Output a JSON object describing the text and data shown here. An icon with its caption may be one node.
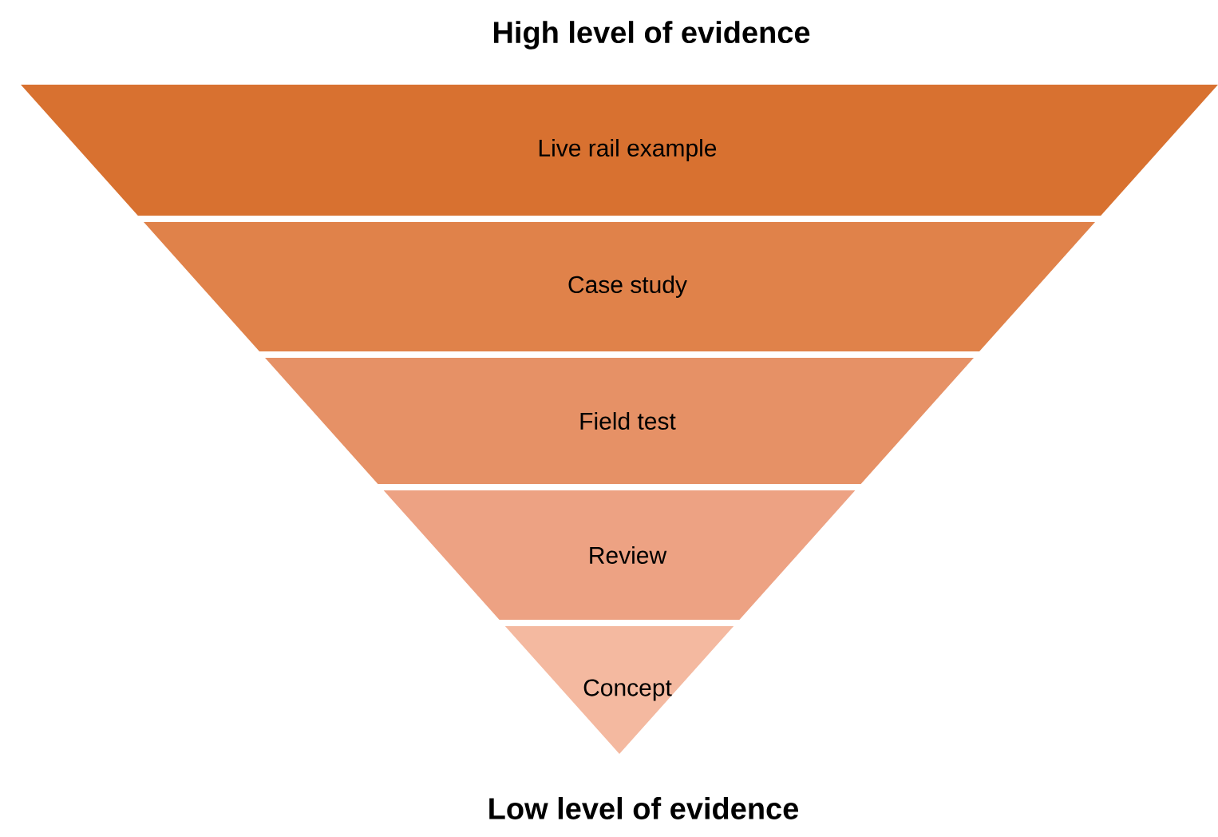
{
  "diagram": {
    "title": "High level of evidence",
    "nodes": [
      {
        "text": [
          "Live rail example"
        ]
      },
      {
        "text": [
          "Case study"
        ]
      },
      {
        "text": [
          "Field test"
        ]
      },
      {
        "text": [
          "Review"
        ]
      },
      {
        "text": [
          "Concept"
        ]
      }
    ],
    "labels": [
      "Low level of evidence"
    ]
  }
}
